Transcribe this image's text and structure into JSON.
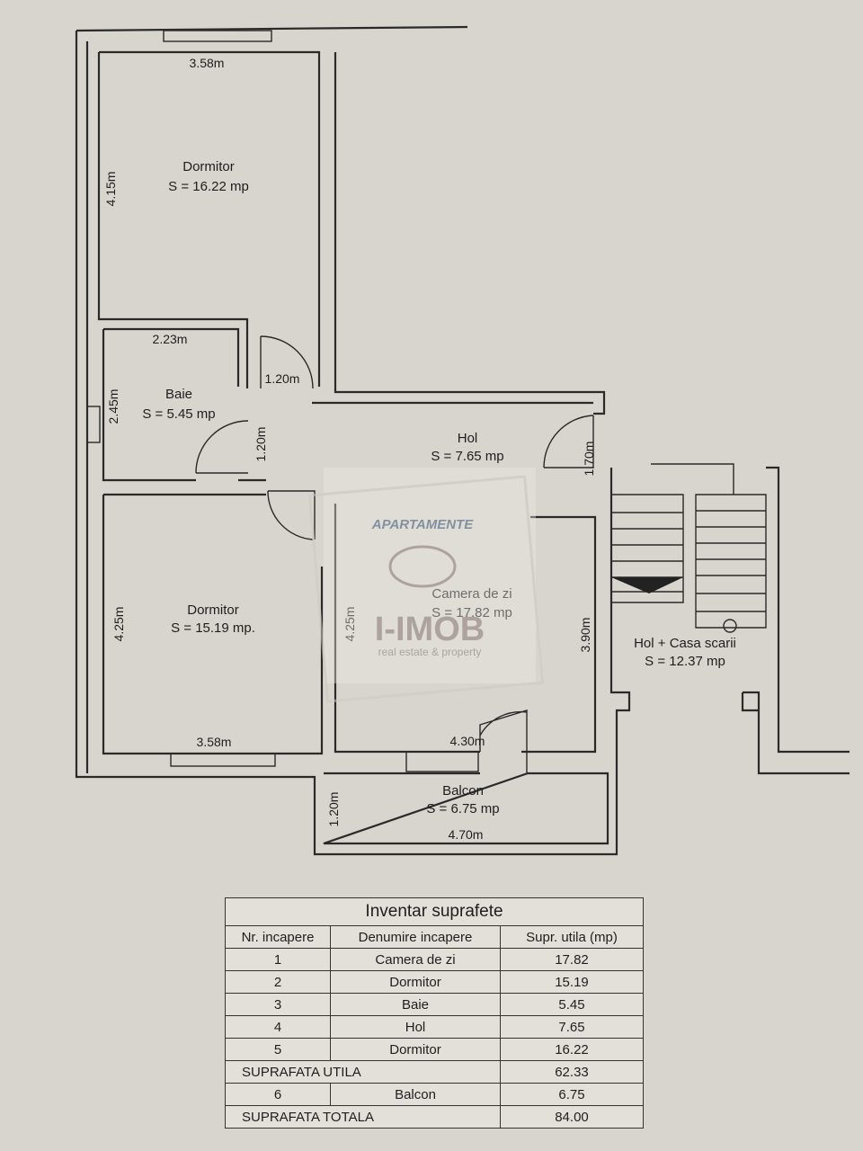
{
  "rooms": {
    "dormitor_top": {
      "name": "Dormitor",
      "area": "S = 16.22 mp",
      "dim_w": "3.58m",
      "dim_h": "4.15m"
    },
    "baie": {
      "name": "Baie",
      "area": "S = 5.45 mp",
      "dim_w": "2.23m",
      "dim_h": "2.45m"
    },
    "hol": {
      "name": "Hol",
      "area": "S = 7.65 mp",
      "dim_door1": "1.20m",
      "dim_door2": "1.20m",
      "dim_door3": "1.70m"
    },
    "dormitor_bottom": {
      "name": "Dormitor",
      "area": "S = 15.19 mp.",
      "dim_w": "3.58m",
      "dim_h": "4.25m"
    },
    "camera": {
      "name": "Camera de zi",
      "area": "S = 17.82 mp",
      "dim_w": "4.30m",
      "dim_h1": "4.25m",
      "dim_h2": "3.90m"
    },
    "balcon": {
      "name": "Balcon",
      "area": "S = 6.75 mp",
      "dim_w": "4.70m",
      "dim_h": "1.20m"
    },
    "casa_scarii": {
      "name": "Hol + Casa scarii",
      "area": "S = 12.37 mp"
    }
  },
  "watermark": {
    "top": "APARTAMENTE",
    "brand": "I-IMOB",
    "tagline": "real estate & property"
  },
  "inventory": {
    "title": "Inventar suprafete",
    "headers": [
      "Nr. incapere",
      "Denumire incapere",
      "Supr. utila (mp)"
    ],
    "rows": [
      {
        "nr": "1",
        "name": "Camera de zi",
        "area": "17.82"
      },
      {
        "nr": "2",
        "name": "Dormitor",
        "area": "15.19"
      },
      {
        "nr": "3",
        "name": "Baie",
        "area": "5.45"
      },
      {
        "nr": "4",
        "name": "Hol",
        "area": "7.65"
      },
      {
        "nr": "5",
        "name": "Dormitor",
        "area": "16.22"
      }
    ],
    "subtotal_label": "SUPRAFATA UTILA",
    "subtotal_value": "62.33",
    "balcon_row": {
      "nr": "6",
      "name": "Balcon",
      "area": "6.75"
    },
    "total_label": "SUPRAFATA TOTALA",
    "total_value": "84.00"
  },
  "colors": {
    "paper": "#d8d5ce",
    "ink": "#2a2a2a",
    "watermark_blue": "#3a5a7a"
  }
}
